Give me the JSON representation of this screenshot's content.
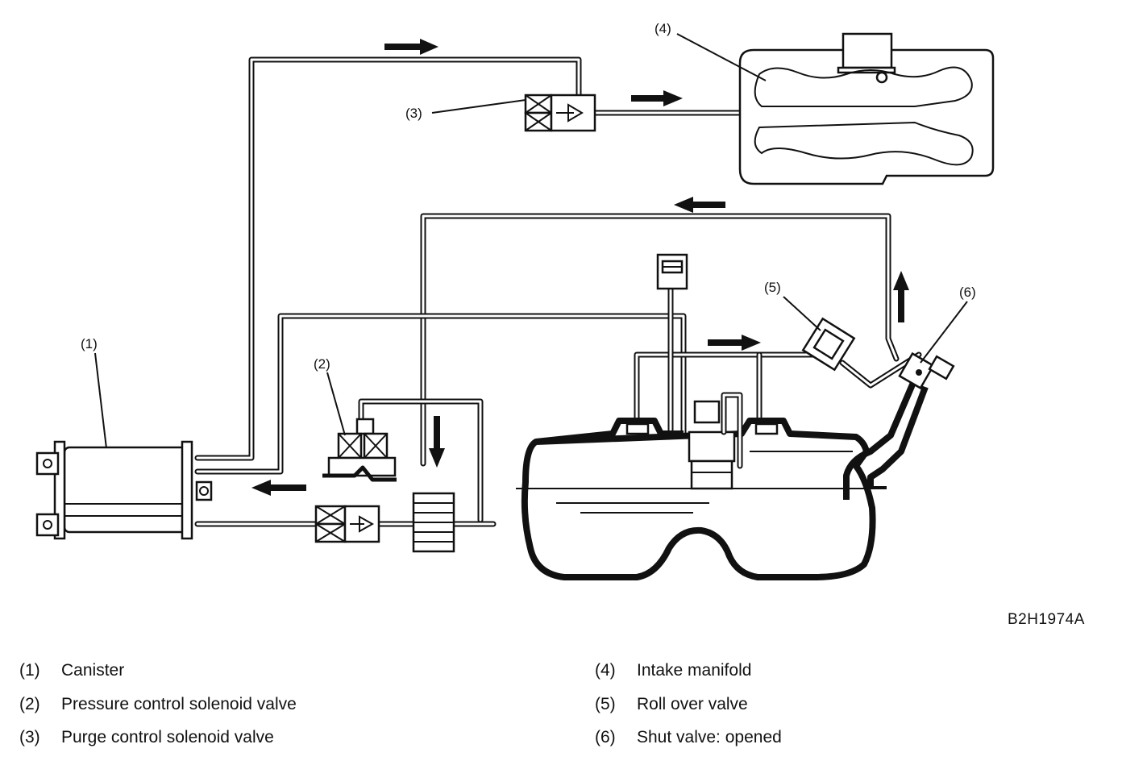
{
  "figure_code": "B2H1974A",
  "callouts": [
    "(1)",
    "(2)",
    "(3)",
    "(4)",
    "(5)",
    "(6)"
  ],
  "legend": [
    {
      "num": "(1)",
      "label": "Canister"
    },
    {
      "num": "(2)",
      "label": "Pressure control solenoid valve"
    },
    {
      "num": "(3)",
      "label": "Purge control solenoid valve"
    },
    {
      "num": "(4)",
      "label": "Intake manifold"
    },
    {
      "num": "(5)",
      "label": "Roll over valve"
    },
    {
      "num": "(6)",
      "label": "Shut valve: opened"
    }
  ]
}
